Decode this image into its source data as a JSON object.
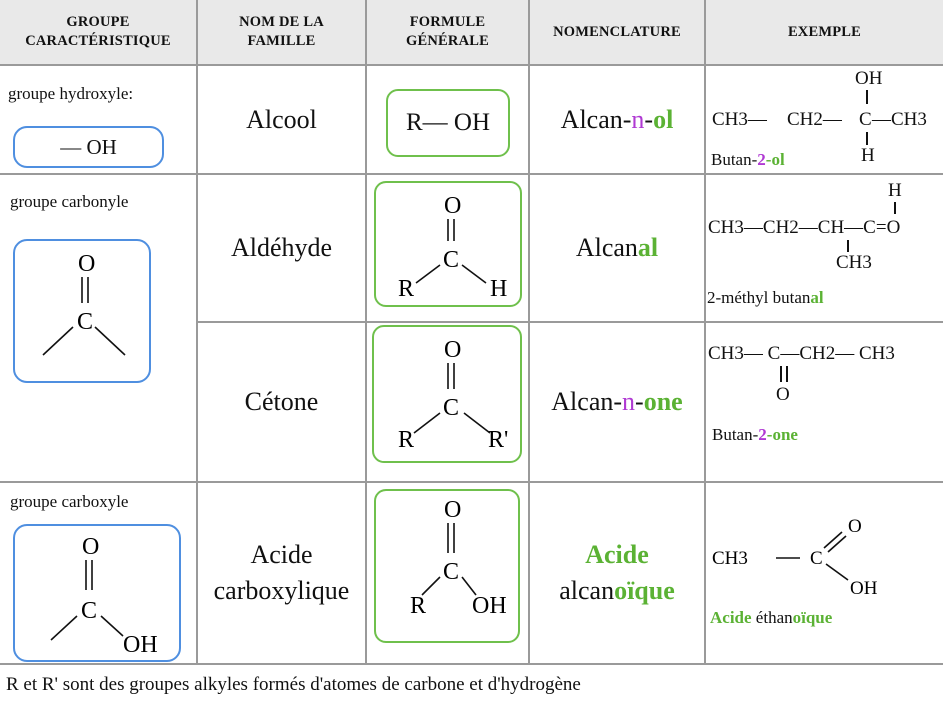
{
  "headers": {
    "col1": [
      "GROUPE",
      "CARACTÉRISTIQUE"
    ],
    "col2": [
      "NOM DE LA",
      "FAMILLE"
    ],
    "col3": [
      "FORMULE",
      "GÉNÉRALE"
    ],
    "col4": "NOMENCLATURE",
    "col5": "EXEMPLE"
  },
  "rows": {
    "hydroxyle": {
      "group_label": "groupe hydroxyle:",
      "group_formula": "— OH",
      "family": "Alcool",
      "formula": "R— OH",
      "nomen": {
        "base": "Alcan-",
        "n": "n",
        "dash": "-",
        "suffix": "ol"
      },
      "example": {
        "oh": "OH",
        "h": "H",
        "ch3a": "CH3—",
        "ch2": "CH2—",
        "c": "C",
        "ch3b": "—CH3",
        "name_base": "Butan-",
        "name_num": "2",
        "name_suffix": "-ol"
      }
    },
    "carbonyle": {
      "group_label": "groupe carbonyle",
      "group_o": "O",
      "group_c": "C"
    },
    "aldehyde": {
      "family": "Aldéhyde",
      "f_o": "O",
      "f_c": "C",
      "f_r": "R",
      "f_h": "H",
      "nomen": {
        "base": "Alcan",
        "suffix": "al"
      },
      "example": {
        "h": "H",
        "line1": "CH3—CH2—CH—C=O",
        "ch3": "CH3",
        "name_base": "2-méthyl butan",
        "name_suffix": "al"
      }
    },
    "cetone": {
      "family": "Cétone",
      "f_o": "O",
      "f_c": "C",
      "f_r": "R",
      "f_r2": "R'",
      "nomen": {
        "base": "Alcan-",
        "n": "n",
        "dash": "-",
        "suffix": "one"
      },
      "example": {
        "line1": "CH3— C—CH2— CH3",
        "o": "O",
        "name_base": "Butan-",
        "name_num": "2",
        "name_suffix": "-one"
      }
    },
    "carboxyle": {
      "group_label": "groupe carboxyle",
      "group_o": "O",
      "group_c": "C",
      "group_oh": "OH",
      "family": [
        "Acide",
        "carboxylique"
      ],
      "f_o": "O",
      "f_c": "C",
      "f_r": "R",
      "f_oh": "OH",
      "nomen": {
        "line1": "Acide",
        "base": "alcan",
        "suffix": "oïque"
      },
      "example": {
        "ch3": "CH3",
        "c": "C",
        "o": "O",
        "oh": "OH",
        "name_a": "Acide",
        "name_base": " éthan",
        "name_suffix": "oïque"
      }
    }
  },
  "footer": "R et R' sont des groupes alkyles formés d'atomes de carbone et d'hydrogène",
  "colors": {
    "purple": "#b03ad3",
    "green": "#5bb234",
    "blue_box": "#4f8fe0",
    "green_box": "#6fc04c"
  }
}
